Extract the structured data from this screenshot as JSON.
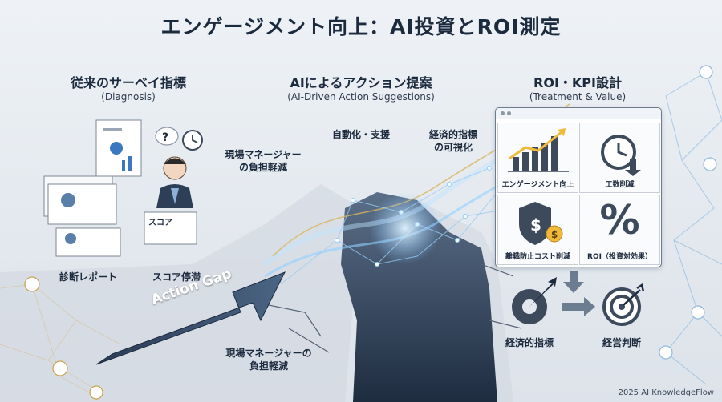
{
  "title": "エンゲージメント向上：AI投資とROI測定",
  "columns": [
    {
      "title": "従来のサーベイ指標",
      "subtitle": "(Diagnosis)"
    },
    {
      "title": "AIによるアクション提案",
      "subtitle": "(AI-Driven Action Suggestions)"
    },
    {
      "title": "ROI・KPI設計",
      "subtitle": "(Treatment & Value)"
    }
  ],
  "left": {
    "report_label": "診断レポート",
    "score_label": "スコア停滞",
    "score_sheet_text": "スコア",
    "question_mark": "?"
  },
  "middle": {
    "label_top_left": [
      "現場マネージャー",
      "の負担軽減"
    ],
    "label_auto": "自動化・支援",
    "label_econ": [
      "経済的指標",
      "の可視化"
    ],
    "label_bottom": [
      "現場マネージャーの",
      "負担軽減"
    ],
    "arrow_text": "Action Gap"
  },
  "right": {
    "cells": [
      {
        "label": "エンゲージメント向上",
        "icon": "bar-chart-icon"
      },
      {
        "label": "工数削減",
        "icon": "clock-icon"
      },
      {
        "label": "離職防止コスト削減",
        "icon": "shield-dollar-icon"
      },
      {
        "label": "ROI（投資対効果）",
        "icon": "percent-icon",
        "glyph": "%"
      }
    ],
    "economic_label": "経済的指標",
    "decision_label": "経営判断"
  },
  "footer": "2025 AI KnowledgeFlow",
  "colors": {
    "navy": "#1c2a3e",
    "accent_blue": "#3a78c2",
    "glow": "#9fd4ff",
    "gold": "#f0b93a"
  }
}
